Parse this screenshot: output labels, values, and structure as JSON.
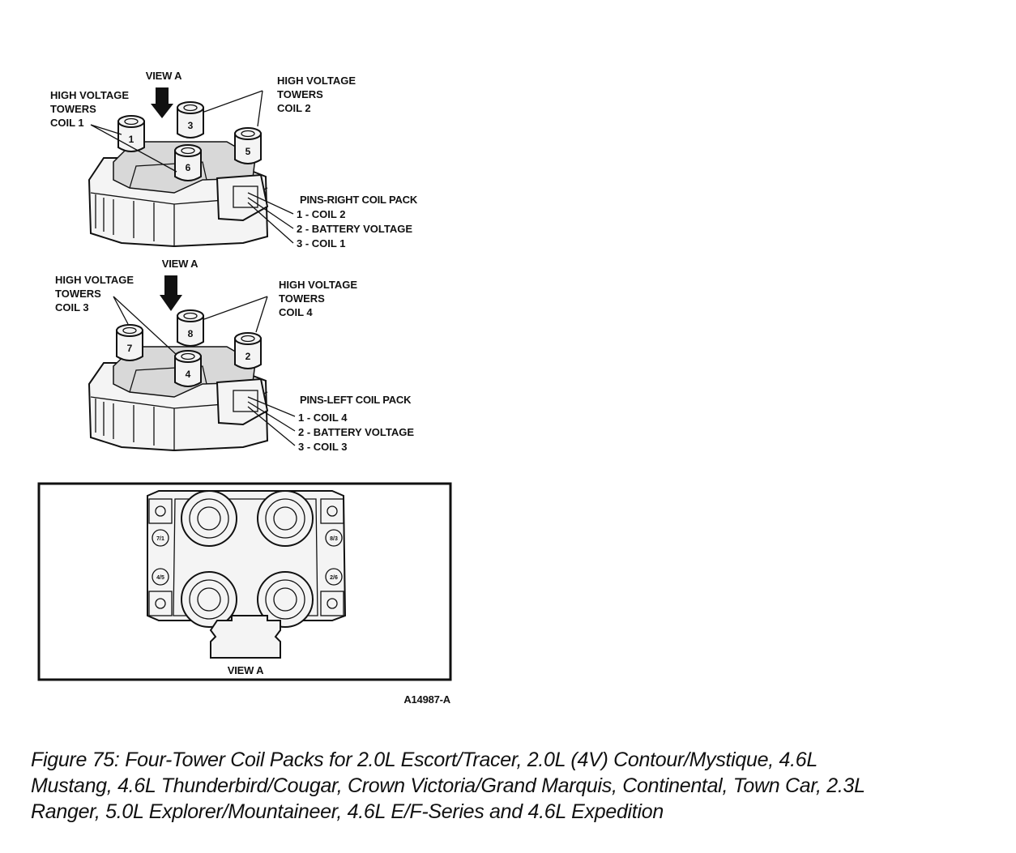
{
  "top_pack": {
    "view_label": "VIEW A",
    "left_towers_label": [
      "HIGH VOLTAGE",
      "TOWERS",
      "COIL 1"
    ],
    "right_towers_label": [
      "HIGH VOLTAGE",
      "TOWERS",
      "COIL 2"
    ],
    "tower_numbers": [
      "1",
      "3",
      "6",
      "5"
    ],
    "pins_title": "PINS-RIGHT COIL PACK",
    "pins": [
      "1 - COIL 2",
      "2 - BATTERY VOLTAGE",
      "3 - COIL 1"
    ]
  },
  "bottom_pack": {
    "view_label": "VIEW A",
    "left_towers_label": [
      "HIGH VOLTAGE",
      "TOWERS",
      "COIL 3"
    ],
    "right_towers_label": [
      "HIGH VOLTAGE",
      "TOWERS",
      "COIL 4"
    ],
    "tower_numbers": [
      "7",
      "8",
      "4",
      "2"
    ],
    "pins_title": "PINS-LEFT COIL PACK",
    "pins": [
      "1 - COIL 4",
      "2 - BATTERY VOLTAGE",
      "3 - COIL 3"
    ]
  },
  "top_view": {
    "view_label": "VIEW A",
    "side_labels": [
      "7/1",
      "4/5",
      "8/3",
      "2/6"
    ]
  },
  "figure_id": "A14987-A",
  "caption_lines": [
    "Figure 75: Four-Tower Coil Packs for 2.0L Escort/Tracer, 2.0L (4V) Contour/Mystique, 4.6L",
    "Mustang, 4.6L Thunderbird/Cougar, Crown Victoria/Grand Marquis, Continental, Town Car, 2.3L",
    "Ranger, 5.0L Explorer/Mountaineer, 4.6L E/F-Series and 4.6L Expedition"
  ]
}
